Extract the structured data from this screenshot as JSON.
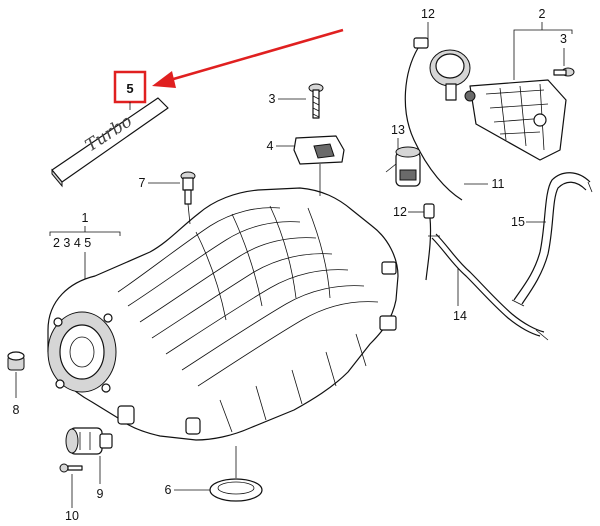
{
  "callouts": {
    "c1": "1",
    "c1_sub": "2 3  4 5",
    "c2": "2",
    "c3_top": "3",
    "c3_mid": "3",
    "c4": "4",
    "c5": "5",
    "c6": "6",
    "c7": "7",
    "c8": "8",
    "c9": "9",
    "c10": "10",
    "c11": "11",
    "c12_top": "12",
    "c12_mid": "12",
    "c13": "13",
    "c14": "14",
    "c15": "15"
  },
  "badge_script": "Turbo",
  "colors": {
    "highlight": "#e02020",
    "line": "#111111"
  }
}
